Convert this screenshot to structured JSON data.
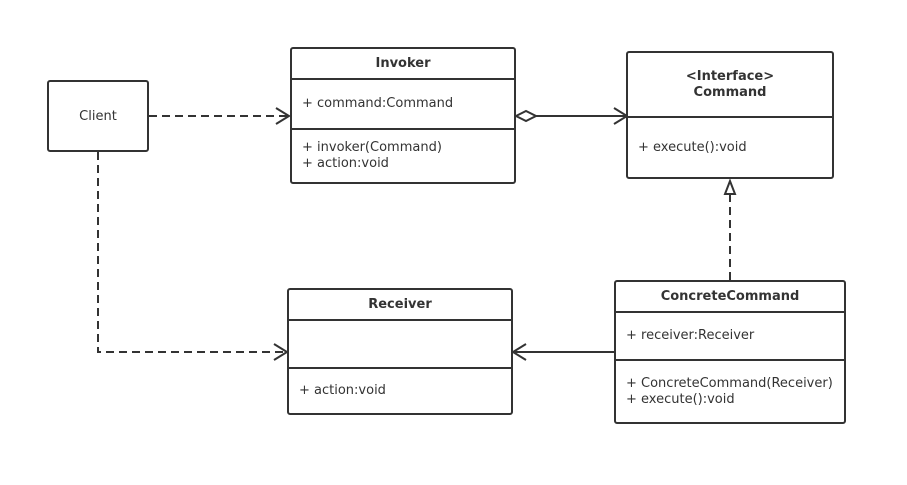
{
  "client": {
    "label": "Client"
  },
  "invoker": {
    "title": "Invoker",
    "attributes": [
      "+ command:Command"
    ],
    "methods": [
      "+ invoker(Command)",
      "+ action:void"
    ]
  },
  "command": {
    "stereotype": "<Interface>",
    "title": "Command",
    "methods": [
      "+ execute():void"
    ]
  },
  "receiver": {
    "title": "Receiver",
    "methods": [
      "+ action:void"
    ]
  },
  "concrete_command": {
    "title": "ConcreteCommand",
    "attributes": [
      "+ receiver:Receiver"
    ],
    "methods": [
      "+ ConcreteCommand(Receiver)",
      "+ execute():void"
    ]
  },
  "colors": {
    "stroke": "#333333",
    "background": "#ffffff"
  }
}
